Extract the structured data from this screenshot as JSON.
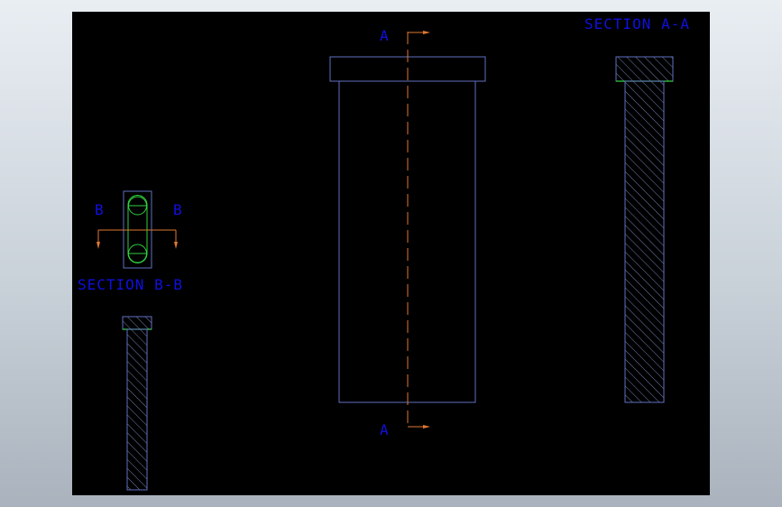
{
  "labels": {
    "section_aa_title": "SECTION A-A",
    "section_bb_title": "SECTION B-B",
    "cut_a_top": "A",
    "cut_a_bottom": "A",
    "cut_b_left": "B",
    "cut_b_right": "B"
  },
  "colors": {
    "text": "#1010e0",
    "outline": "#6070c0",
    "hatch": "#8090c8",
    "centerline": "#e07830",
    "cut_line": "#e07830",
    "green": "#30d040",
    "background": "#000000"
  }
}
